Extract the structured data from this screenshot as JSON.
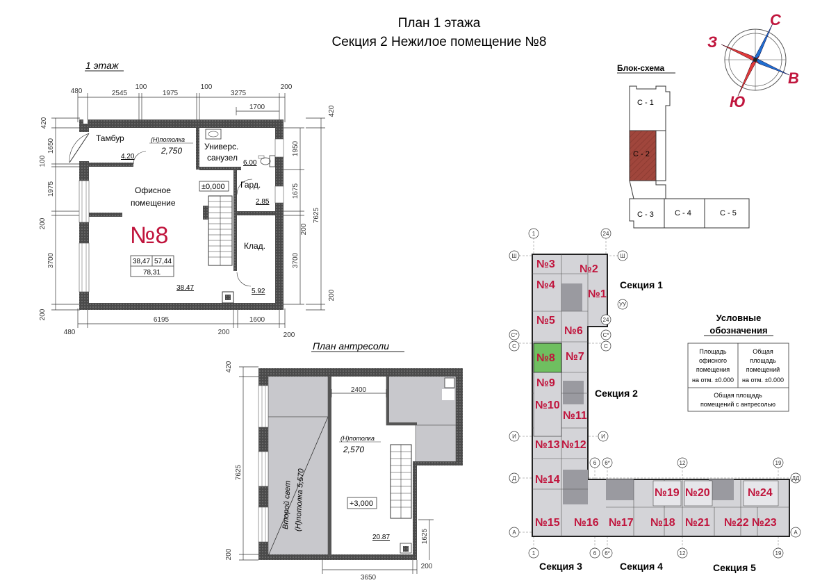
{
  "title": {
    "line1": "План 1 этажа",
    "line2": "Секция 2   Нежилое помещение №8"
  },
  "compass": {
    "n": "С",
    "w": "З",
    "e": "В",
    "s": "Ю"
  },
  "colors": {
    "accent": "#c0143c",
    "section_fill": "#a0463c",
    "selected_unit": "#6fbf60",
    "compass_red": "#e03a3a",
    "compass_blue": "#1f6fd1"
  },
  "floor1": {
    "label": "1 этаж",
    "rooms": {
      "tambur": "Тамбур",
      "tambur_area": "4.20",
      "ceiling": "(Н)потолка",
      "ceiling_value": "2,750",
      "wc1": "Универс.",
      "wc2": "санузел",
      "wc_area": "6.00",
      "level": "±0,000",
      "wardrobe": "Гард.",
      "wardrobe_area": "2.85",
      "office1": "Офисное",
      "office2": "помещение",
      "unit_no": "№8",
      "storage": "Клад.",
      "storage_area": "5.92",
      "office_area": "38.47"
    },
    "info": {
      "a": "38,47",
      "b": "57,44",
      "c": "78,31"
    },
    "dims_top": [
      "480",
      "2545",
      "100",
      "1975",
      "100",
      "3275",
      "200"
    ],
    "dim_1700": "1700",
    "dims_left": [
      "420",
      "1650",
      "100",
      "1975",
      "200",
      "3700",
      "200"
    ],
    "dims_right": [
      "1950",
      "1675",
      "200",
      "3700"
    ],
    "dims_right_outer": [
      "420",
      "7625",
      "200"
    ],
    "dims_bottom": [
      "480",
      "6195",
      "200",
      "1600",
      "200"
    ]
  },
  "mezzanine": {
    "label": "План антресоли",
    "dim_2400": "2400",
    "ceiling": "(Н)потолка",
    "ceiling_value": "2,570",
    "level": "+3,000",
    "area": "20.87",
    "second_light": "Второй свет",
    "second_light_h": "(Н)потолка 5,570",
    "dims_left": [
      "420",
      "7625",
      "200"
    ],
    "dim_1625": "1625",
    "dims_bottom": [
      "3650",
      "200"
    ]
  },
  "block": {
    "label": "Блок-схема",
    "sections": [
      "С - 1",
      "С - 2",
      "С - 3",
      "С - 4",
      "С - 5"
    ]
  },
  "siteplan": {
    "units": [
      "№1",
      "№2",
      "№3",
      "№4",
      "№5",
      "№6",
      "№7",
      "№8",
      "№9",
      "№10",
      "№11",
      "№12",
      "№13",
      "№14",
      "№15",
      "№16",
      "№17",
      "№18",
      "№19",
      "№20",
      "№21",
      "№22",
      "№23",
      "№24"
    ],
    "sections": [
      "Секция 1",
      "Секция 2",
      "Секция 3",
      "Секция 4",
      "Секция 5"
    ],
    "axes": [
      "1",
      "24",
      "Ш",
      "УУ",
      "С*",
      "С",
      "И",
      "Д",
      "ДД",
      "А",
      "6",
      "6*",
      "12",
      "19"
    ]
  },
  "legend": {
    "title1": "Условные",
    "title2": "обозначения",
    "c1": [
      "Площадь",
      "офисного",
      "помещения",
      "на отм. ±0.000"
    ],
    "c2": [
      "Общая",
      "площадь",
      "помещений",
      "на отм. ±0.000"
    ],
    "c3": [
      "Общая площадь",
      "помещений с антресолью"
    ]
  }
}
